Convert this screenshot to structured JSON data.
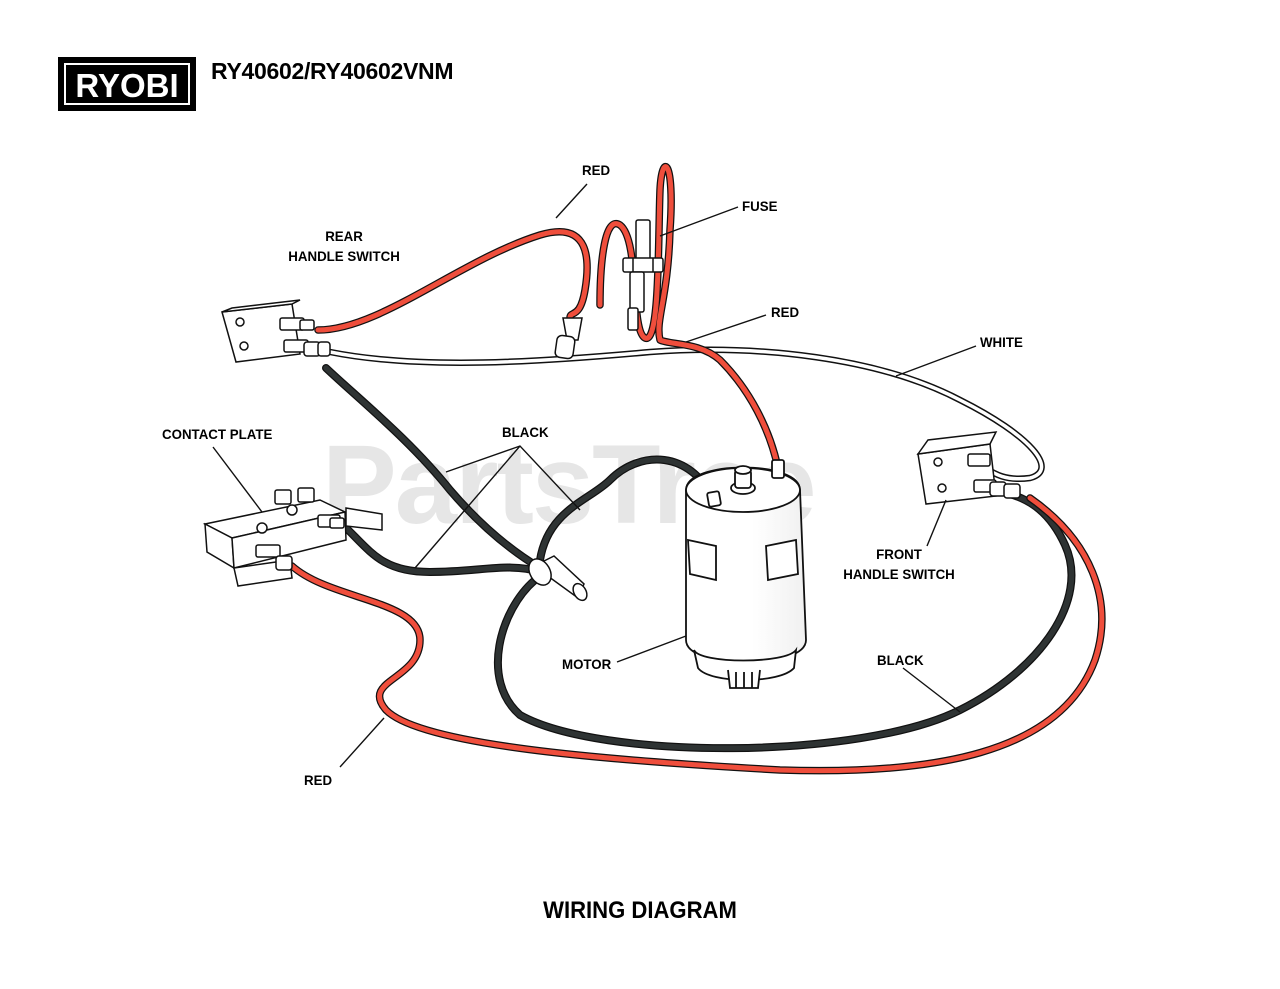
{
  "brand": {
    "logo_text": "RYOBI"
  },
  "model": "RY40602/RY40602VNM",
  "watermark": "PartsTree",
  "caption": "WIRING DIAGRAM",
  "labels": {
    "red_top": "RED",
    "fuse": "FUSE",
    "rear_switch_1": "REAR",
    "rear_switch_2": "HANDLE SWITCH",
    "red_mid": "RED",
    "white": "WHITE",
    "contact_plate": "CONTACT PLATE",
    "black_top": "BLACK",
    "front_switch_1": "FRONT",
    "front_switch_2": "HANDLE SWITCH",
    "motor": "MOTOR",
    "black_right": "BLACK",
    "red_bottom": "RED"
  },
  "colors": {
    "red_wire": "#ef4e3c",
    "black_wire": "#2e3333",
    "white_wire": "#ffffff",
    "outline": "#111111"
  }
}
